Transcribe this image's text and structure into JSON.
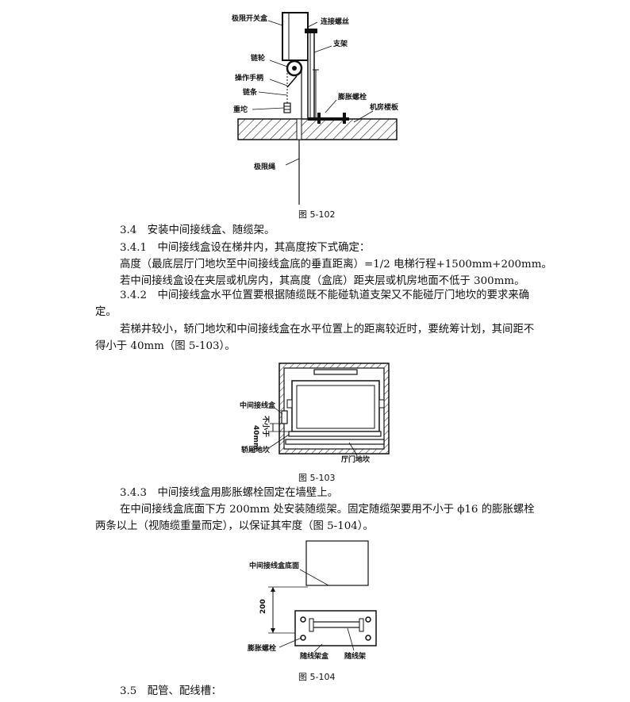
{
  "fig102": {
    "labels": {
      "limit_switch_box": "极限开关盒",
      "connecting_screw": "连接螺丝",
      "bracket": "支架",
      "sprocket": "链轮",
      "operating_handle": "操作手柄",
      "chain": "链条",
      "expansion_bolt": "膨胀螺栓",
      "weight": "重坨",
      "machine_room_floor": "机房楼板",
      "limit_rope": "极限绳"
    },
    "caption": "图 5-102"
  },
  "fig103": {
    "labels": {
      "junction_box": "中间接线盒",
      "not_less_than": "不小于",
      "dim_40": "40mm",
      "car_sill": "轿厢地坎",
      "hall_sill": "厅门地坎"
    },
    "caption": "图 5-103"
  },
  "fig104": {
    "labels": {
      "junction_box_bottom": "中间接线盒底面",
      "dim_200": "200",
      "expansion_bolt": "膨胀螺栓",
      "cable_rack_box": "随线架盒",
      "cable_rack": "随线架"
    },
    "caption": "图 5-104"
  },
  "text": {
    "s3_4": "3.4　安装中间接线盒、随缆架。",
    "s3_4_1": "3.4.1　中间接线盒设在梯井内，其高度按下式确定：",
    "height_formula": "高度（最底层厅门地坎至中间接线盒底的垂直距离）=1/2 电梯行程+1500mm+200mm。",
    "mezzanine": "若中间接线盒设在夹层或机房内，其高度（盒底）距夹层或机房地面不低于 300mm。",
    "s3_4_2": "3.4.2　中间接线盒水平位置要根据随缆既不能碰轨道支架又不能碰厅门地坎的要求来确定。",
    "small_shaft": "若梯井较小，轿门地坎和中间接线盒在水平位置上的距离较近时，要统筹计划，其间距不得小于 40mm（图 5-103）。",
    "s3_4_3": "3.4.3　中间接线盒用膨胀螺栓固定在墙壁上。",
    "bracket_install": "在中间接线盒底面下方 200mm 处安装随缆架。固定随缆架要用不小于 ϕ16 的膨胀螺栓两条以上（视随缆重量而定），以保证其牢度（图 5-104）。",
    "s3_5": "3.5　配管、配线槽："
  }
}
